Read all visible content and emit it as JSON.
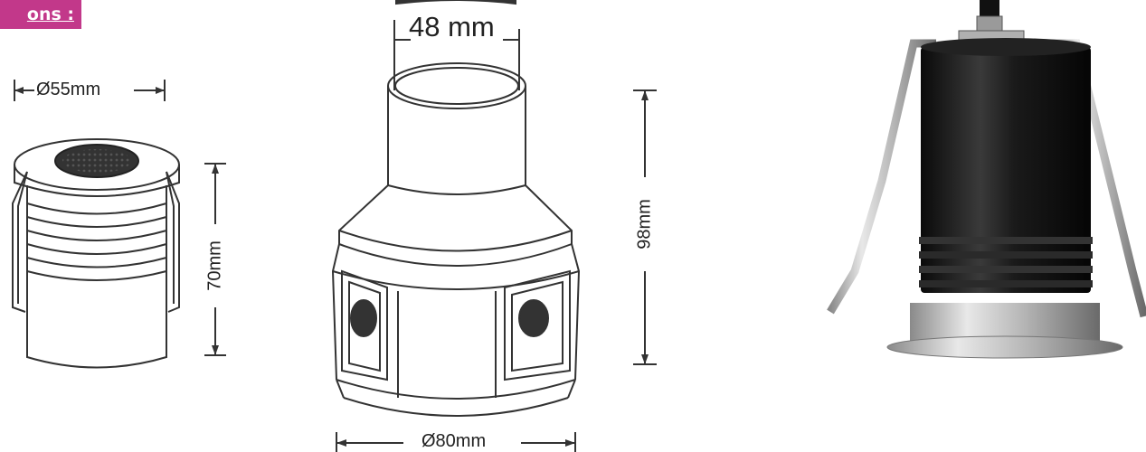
{
  "header": {
    "label": "ons :",
    "color": "#c2388a"
  },
  "fixture_small": {
    "diameter": "Ø55mm",
    "height": "70mm"
  },
  "fixture_large": {
    "top_diameter": "48 mm",
    "height": "98mm",
    "base_diameter": "Ø80mm"
  },
  "photo": {
    "subject": "black-recessed-led-spotlight"
  }
}
